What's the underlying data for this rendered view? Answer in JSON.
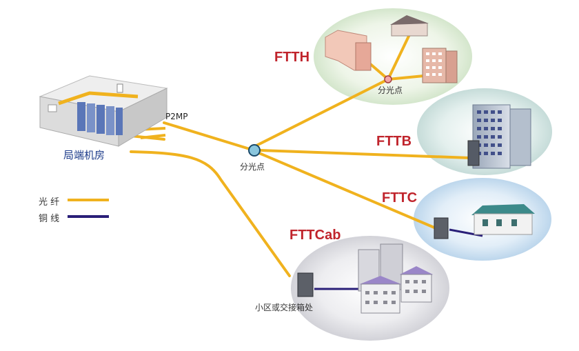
{
  "colors": {
    "fiber": "#f0b21e",
    "copper": "#2a1f78",
    "accent": "#c0242c",
    "label": "#333333",
    "central_label": "#1c3b8a"
  },
  "central_office": {
    "label": "局端机房",
    "icon": "server-room-icon"
  },
  "p2mp_label": "P2MP",
  "splitter_main": {
    "label": "分光点",
    "icon": "splitter-node-icon"
  },
  "ftth": {
    "label": "FTTH",
    "splitter_label": "分光点",
    "icon": "residential-buildings-icon"
  },
  "fttb": {
    "label": "FTTB",
    "icon": "office-building-icon"
  },
  "fttc": {
    "label": "FTTC",
    "icon": "house-icon"
  },
  "fttcab": {
    "label": "FTTCab",
    "cabinet_label": "小区或交接箱处",
    "icon": "apartment-complex-icon"
  },
  "legend": {
    "fiber_label": "光 纤",
    "copper_label": "铜 线"
  }
}
